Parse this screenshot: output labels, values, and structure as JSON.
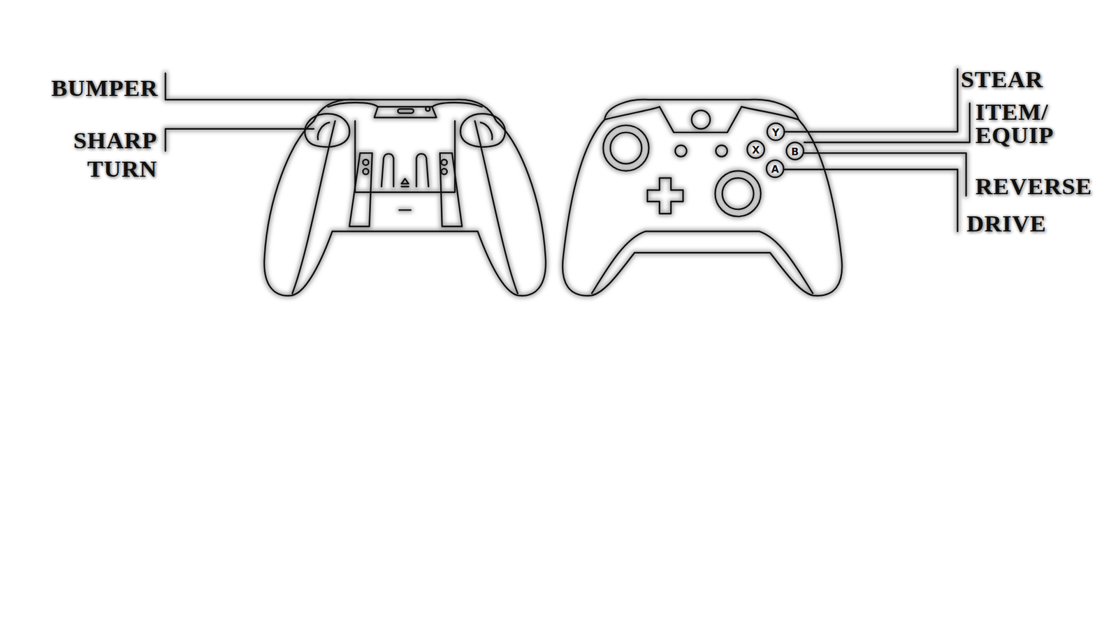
{
  "diagram": {
    "labels": [
      "BUMPER",
      "SHARP TURN",
      "STEAR",
      "ITEM/ EQUIP",
      "REVERSE",
      "DRIVE",
      "Y",
      "X",
      "B",
      "A"
    ]
  }
}
